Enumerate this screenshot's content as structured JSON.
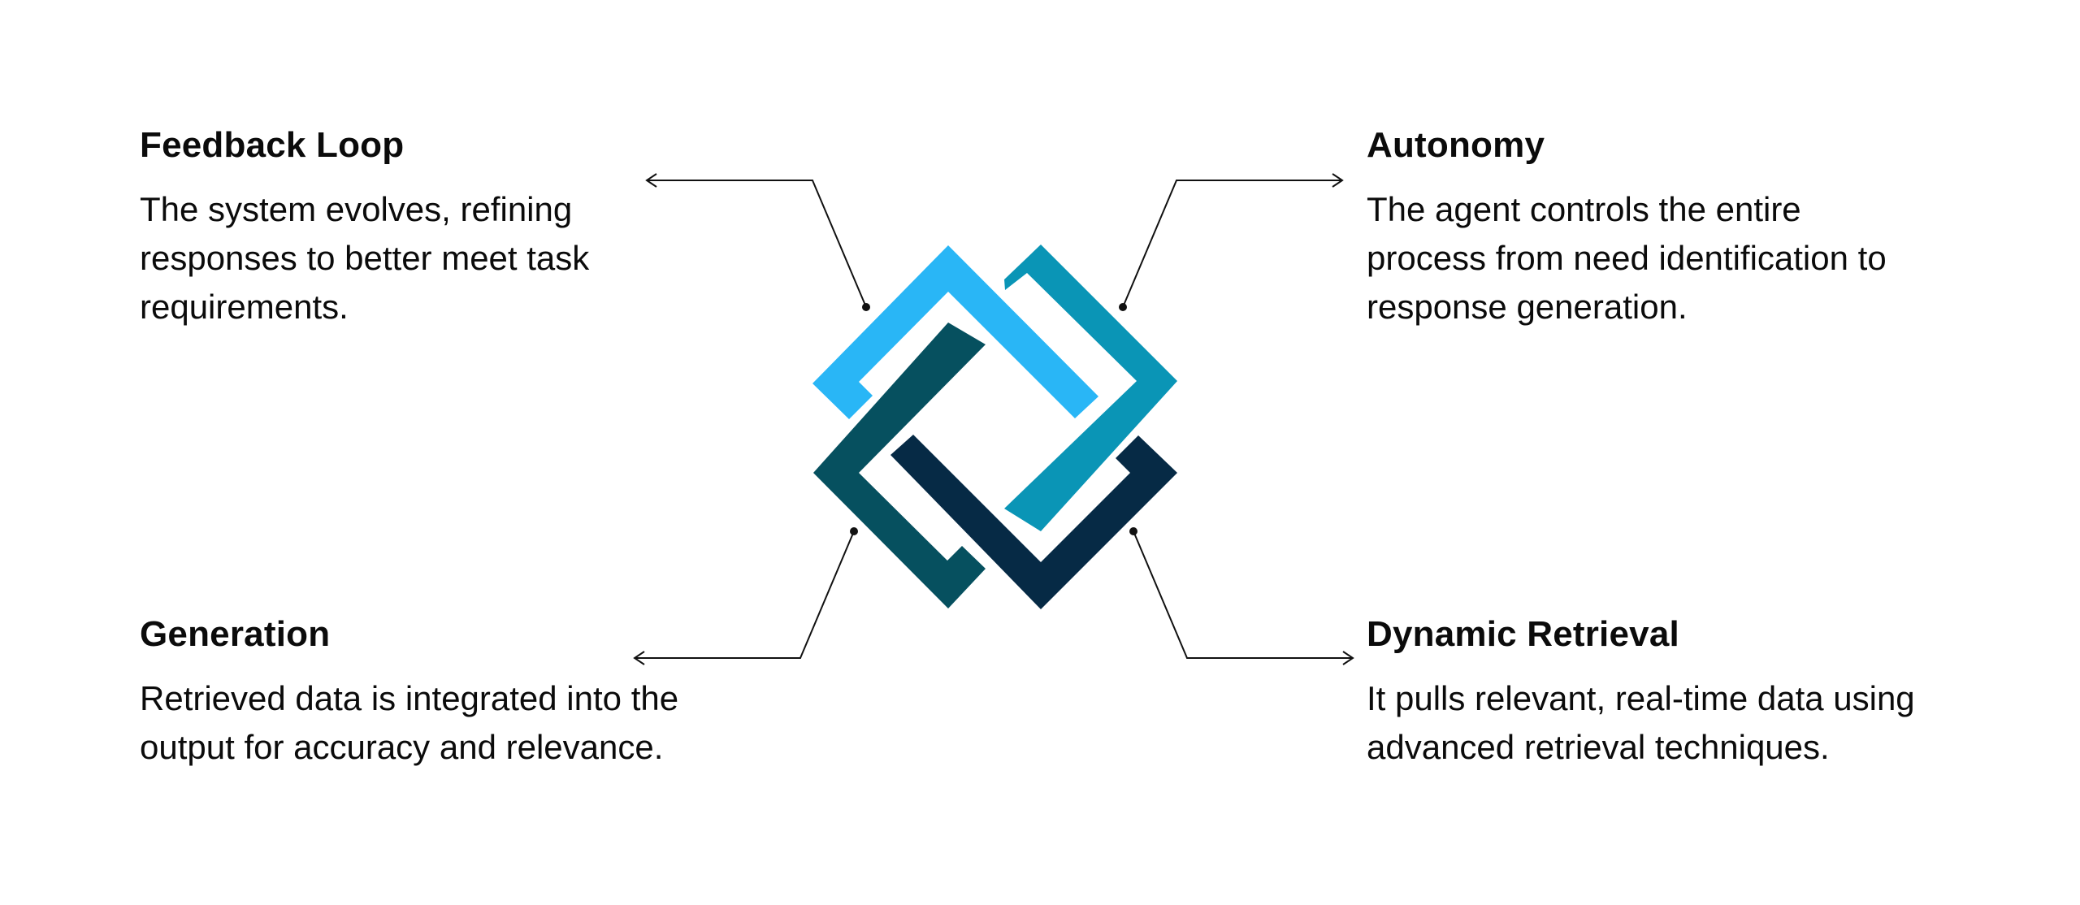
{
  "blocks": {
    "feedback_loop": {
      "title": "Feedback Loop",
      "text": "The system evolves, refining responses to better meet task requirements."
    },
    "autonomy": {
      "title": "Autonomy",
      "text": "The agent controls the entire process from need identification to response generation."
    },
    "generation": {
      "title": "Generation",
      "text": "Retrieved data is integrated into the output for accuracy and relevance."
    },
    "dynamic_retrieval": {
      "title": "Dynamic Retrieval",
      "text": "It pulls relevant, real-time data using advanced retrieval techniques."
    }
  },
  "colors": {
    "light_blue": "#29b6f6",
    "teal_blue": "#0a95b6",
    "dark_teal": "#06505f",
    "navy": "#062a45",
    "connector": "#111111"
  }
}
